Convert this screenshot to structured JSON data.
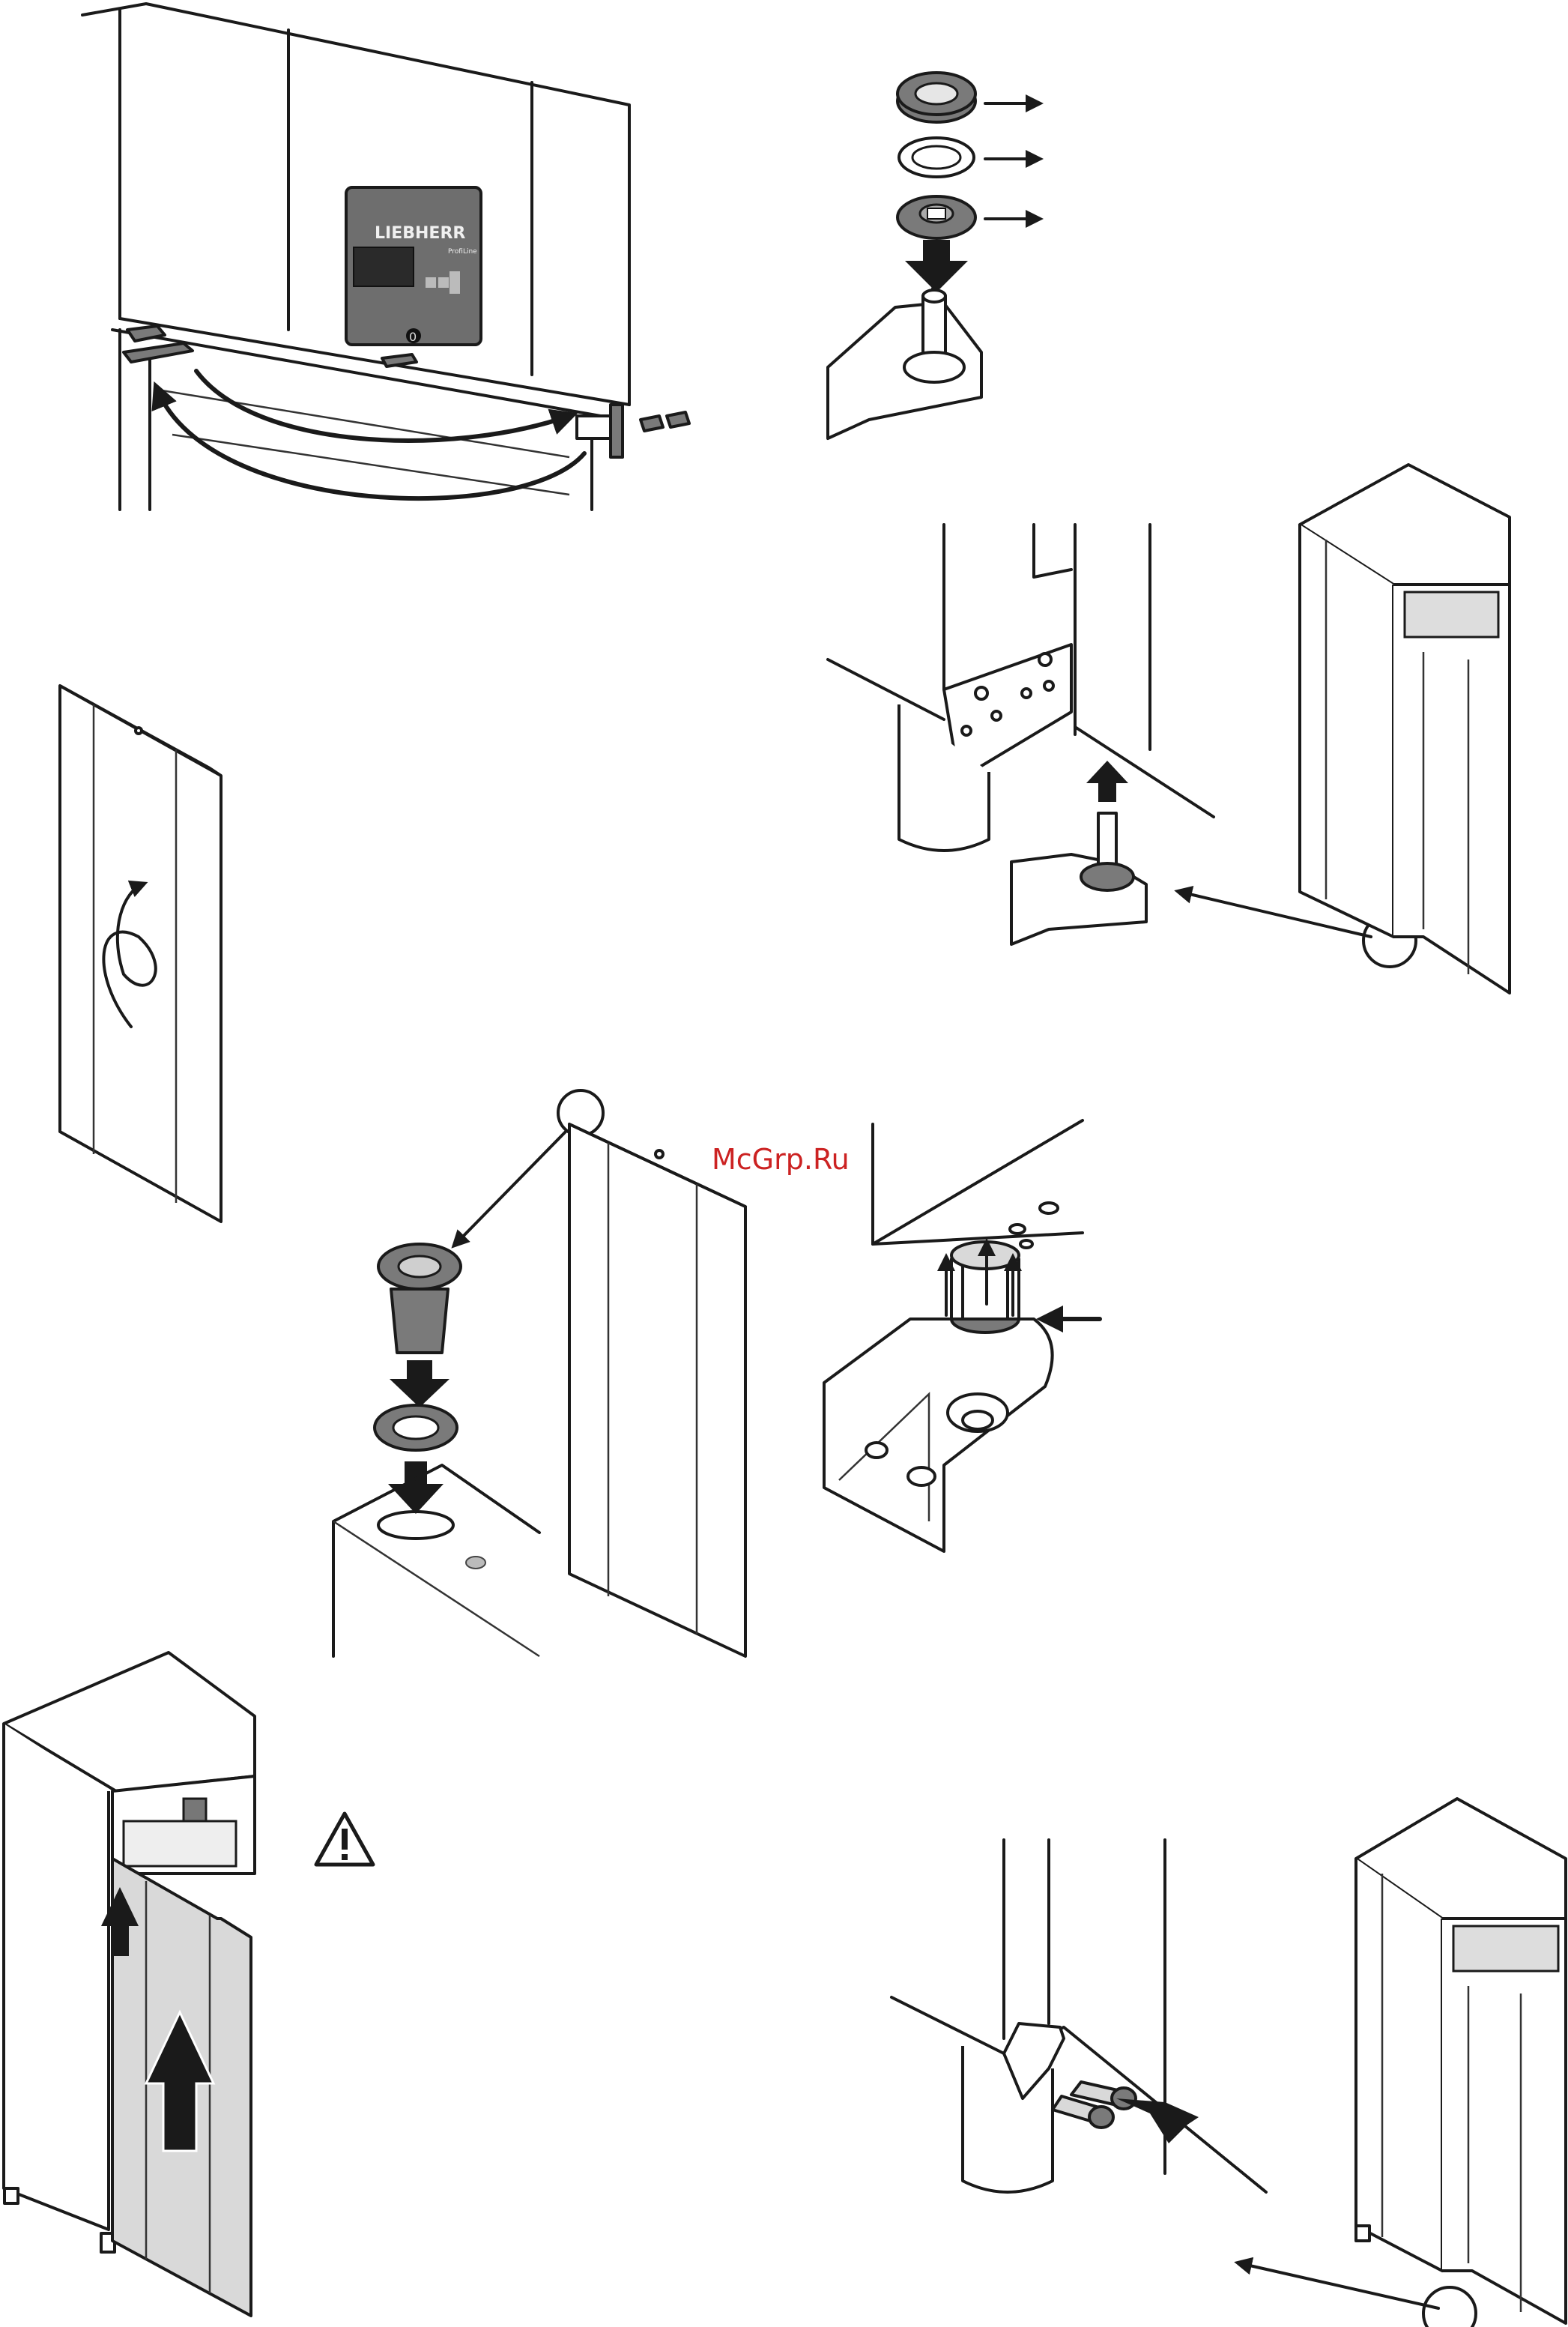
{
  "panel": {
    "brand": "LIEBHERR",
    "brand_sub": "ProfiLine",
    "display_digit": "0"
  },
  "watermark": "McGrp.Ru",
  "colors": {
    "line": "#1a1a1a",
    "part_fill": "#7a7a7a",
    "panel_fill": "#6e6e6e",
    "door_highlight": "#d9d9d9",
    "watermark": "#cc2222"
  },
  "icons": [
    "warning-triangle-icon",
    "arrow-right-icon",
    "arrow-down-icon",
    "arrow-up-icon",
    "rotate-arrow-icon",
    "curved-swap-arrow-icon"
  ]
}
